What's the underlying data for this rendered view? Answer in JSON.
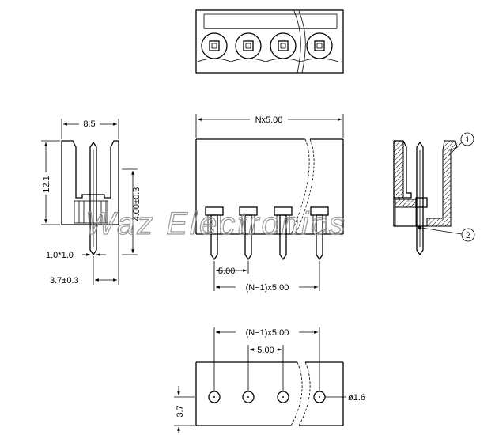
{
  "dimensions": {
    "width_8_5": "8.5",
    "height_12_1": "12.1",
    "pin_height": "4.00±0.3",
    "pin_square": "1.0*1.0",
    "pin_below": "3.7±0.3",
    "total_width": "Nx5.00",
    "pitch_front": "5.00",
    "span_front": "(N−1)x5.00",
    "span_bottom": "(N−1)x5.00",
    "pitch_bottom": "5.00",
    "hole_dia": "ø1.6",
    "row_offset": "3.7"
  },
  "callouts": {
    "one": "1",
    "two": "2"
  },
  "watermark": "Waz Electronics"
}
